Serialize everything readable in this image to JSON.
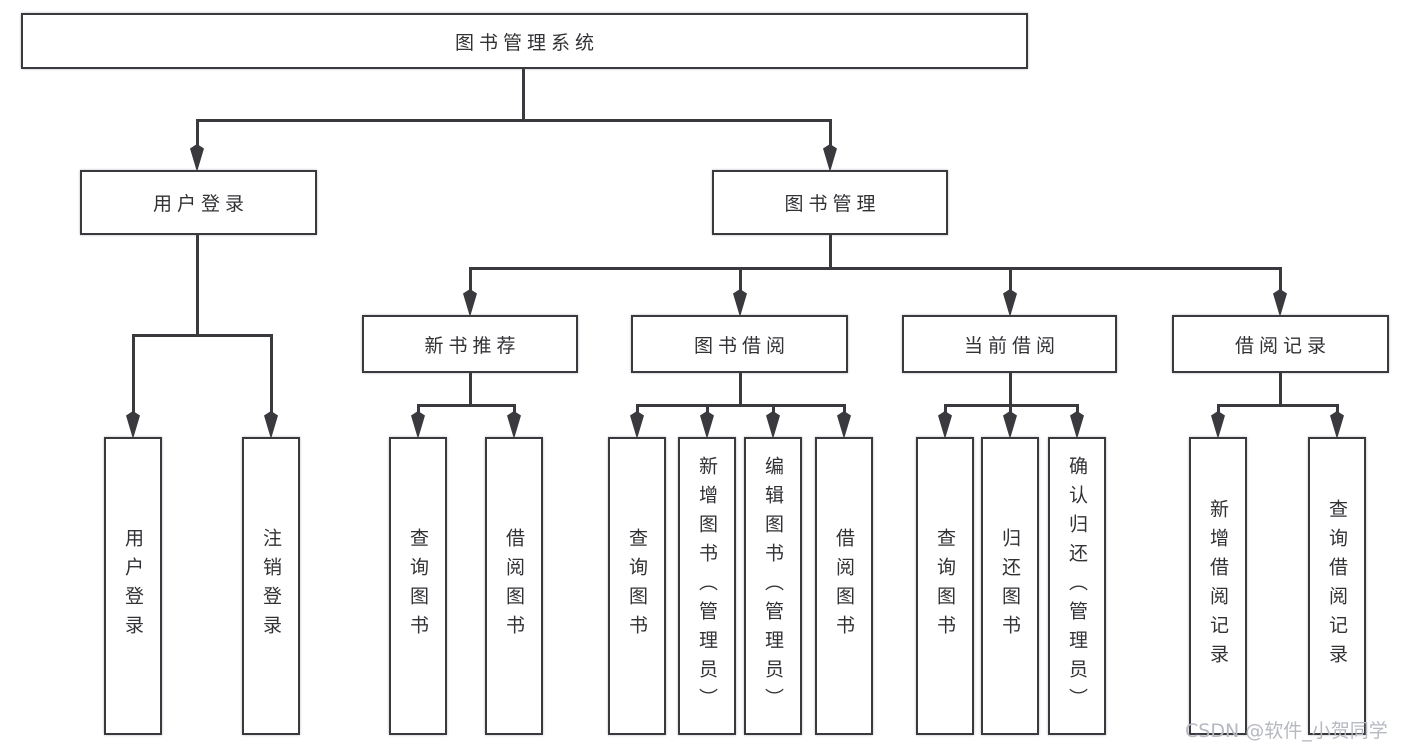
{
  "colors": {
    "line": "#3a3a3e",
    "text": "#323236",
    "box_bg": "#ffffff",
    "watermark": "#b6b9c1",
    "background": "#ffffff"
  },
  "watermark": {
    "text": "CSDN @软件_小贺同学"
  },
  "tree": {
    "root": {
      "label": "图书管理系统"
    },
    "level2": [
      {
        "label": "用户登录",
        "children": [
          {
            "label": "用户登录"
          },
          {
            "label": "注销登录"
          }
        ]
      },
      {
        "label": "图书管理",
        "children": [
          {
            "label": "新书推荐",
            "children": [
              {
                "label": "查询图书"
              },
              {
                "label": "借阅图书"
              }
            ]
          },
          {
            "label": "图书借阅",
            "children": [
              {
                "label": "查询图书"
              },
              {
                "label": "新增图书（管理员）"
              },
              {
                "label": "编辑图书（管理员）"
              },
              {
                "label": "借阅图书"
              }
            ]
          },
          {
            "label": "当前借阅",
            "children": [
              {
                "label": "查询图书"
              },
              {
                "label": "归还图书"
              },
              {
                "label": "确认归还（管理员）"
              }
            ]
          },
          {
            "label": "借阅记录",
            "children": [
              {
                "label": "新增借阅记录"
              },
              {
                "label": "查询借阅记录"
              }
            ]
          }
        ]
      }
    ]
  }
}
